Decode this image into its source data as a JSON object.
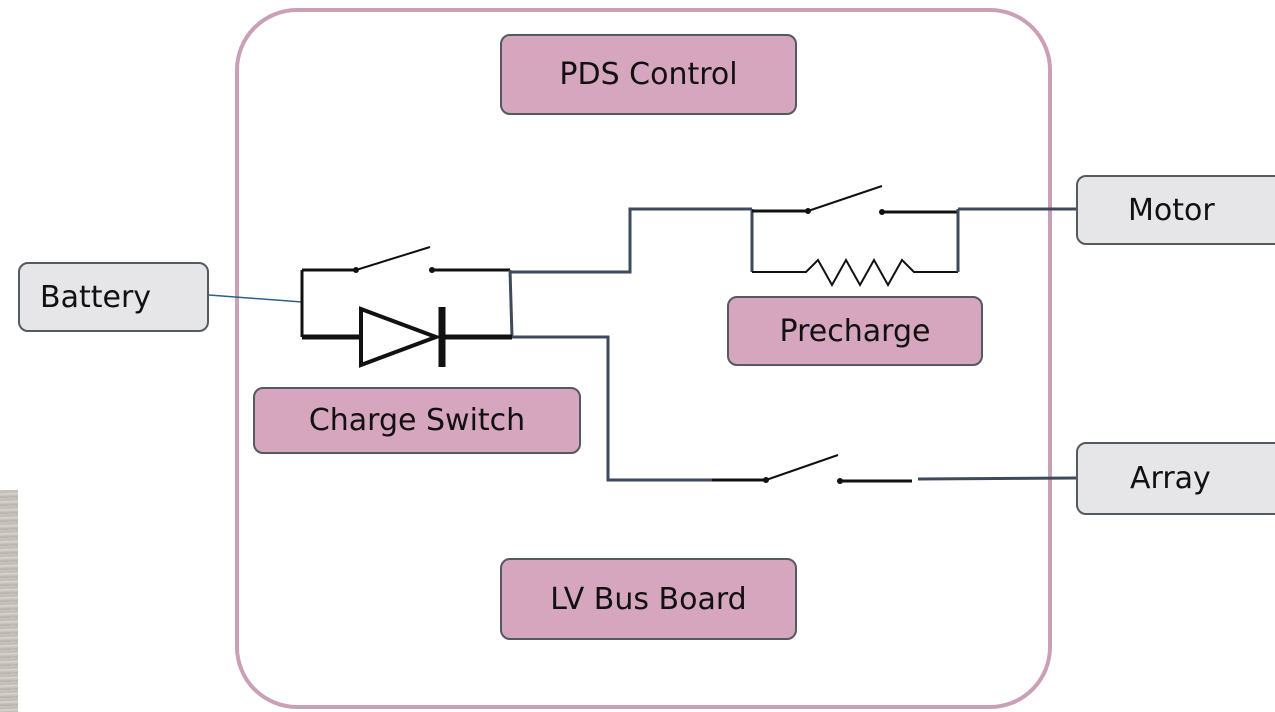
{
  "diagram": {
    "labels": {
      "pds_control": "PDS Control",
      "precharge": "Precharge",
      "charge_switch": "Charge Switch",
      "lv_bus_board": "LV Bus Board",
      "battery": "Battery",
      "motor": "Motor",
      "array": "Array"
    },
    "colors": {
      "board_border": "#c9a0b5",
      "pink_box": "#d5a6bd",
      "gray_box": "#e6e6e8",
      "box_border": "#555a60",
      "wire": "#3e4a5c",
      "component": "#111111"
    }
  }
}
